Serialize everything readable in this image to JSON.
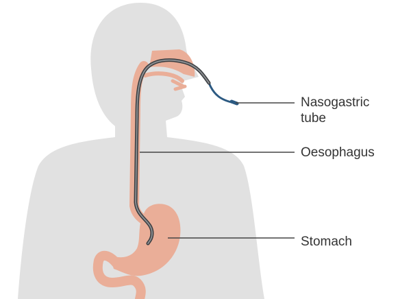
{
  "labels": {
    "nasogastric_tube": [
      "Nasogastric",
      "tube"
    ],
    "oesophagus": "Oesophagus",
    "stomach": "Stomach"
  },
  "colors": {
    "body": "#e1e1e1",
    "organs": "#eaae98",
    "tube": "#555a5e",
    "tube_tip": "#2c5a82",
    "leader": "#444444"
  }
}
